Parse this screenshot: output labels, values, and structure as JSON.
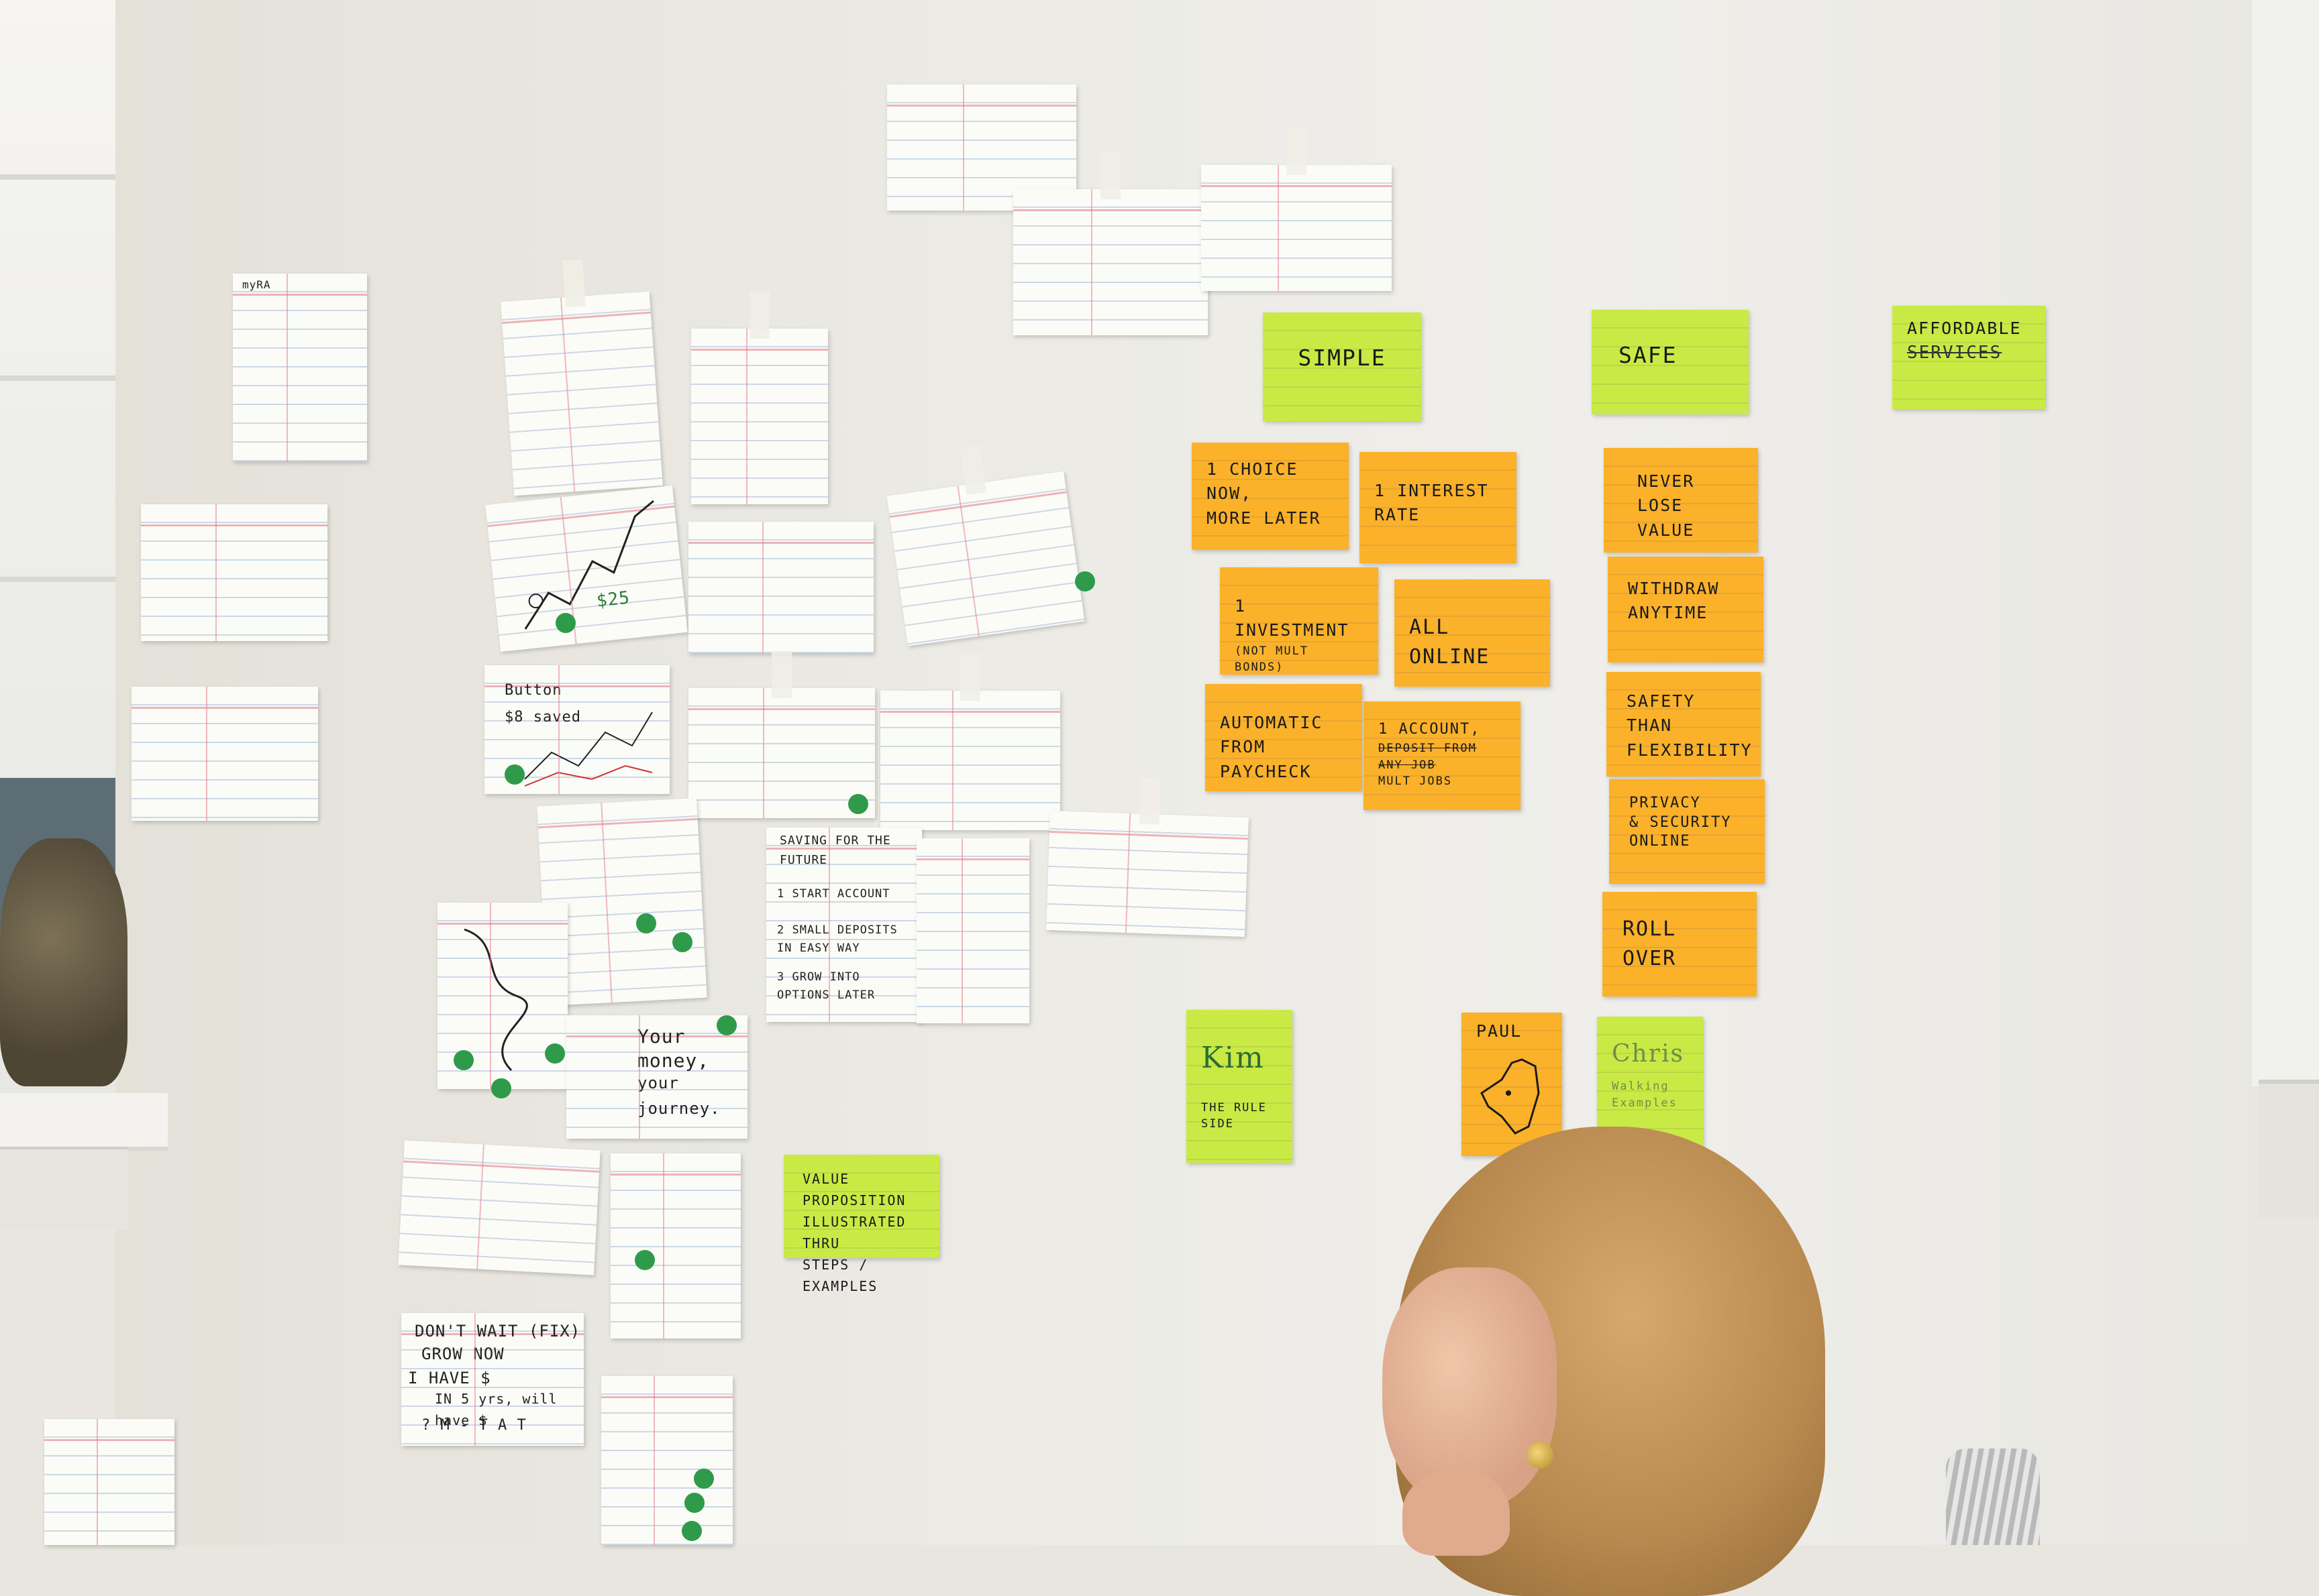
{
  "notes": {
    "simple": "SIMPLE",
    "safe": "SAFE",
    "affordable": "AFFORDABLE",
    "affordable_scribble": "SERVICES",
    "simple_items": [
      {
        "line1": "1 CHOICE NOW,",
        "line2": "MORE LATER"
      },
      {
        "line1": "1 INTEREST",
        "line2": "RATE"
      },
      {
        "line1": "1 INVESTMENT",
        "line2": "(NOT MULT BONDS)"
      },
      {
        "line1": "ALL ONLINE",
        "line2": ""
      },
      {
        "line1": "AUTOMATIC",
        "line2": "FROM PAYCHECK"
      },
      {
        "line1": "1 ACCOUNT,",
        "line2": "DEPOSIT FROM ANY JOB",
        "line3": "MULT JOBS"
      }
    ],
    "safe_items": [
      {
        "line1": "NEVER",
        "line2": "LOSE VALUE"
      },
      {
        "line1": "WITHDRAW",
        "line2": "ANYTIME"
      },
      {
        "line1": "SAFETY THAN",
        "line2": "FLEXIBILITY"
      },
      {
        "line1": "PRIVACY",
        "line2": "& SECURITY",
        "line3": "ONLINE"
      },
      {
        "line1": "ROLL OVER",
        "line2": ""
      }
    ],
    "value_prop": {
      "line1": "VALUE PROPOSITION",
      "line2": "ILLUSTRATED THRU",
      "line3": "STEPS / EXAMPLES"
    },
    "kim": {
      "name": "Kim",
      "sub": "THE RULE SIDE"
    },
    "paul": {
      "name": "PAUL"
    },
    "chris": {
      "name": "Chris",
      "sub": "Walking Examples"
    }
  },
  "cards": {
    "saving": {
      "title": "SAVING FOR THE FUTURE",
      "step1": "1 START ACCOUNT",
      "step2": "2 SMALL DEPOSITS IN EASY WAY",
      "step3": "3 GROW INTO OPTIONS LATER"
    },
    "dont_wait": {
      "line1": "DON'T WAIT (FIX)",
      "line2": "GROW NOW",
      "line3": "I HAVE $",
      "line4": "IN 5 yrs, will have $",
      "line5": "? M - T A T"
    },
    "journey": {
      "line1": "Your",
      "line2": "money,",
      "line3": "your journey."
    },
    "button": {
      "line1": "Button",
      "line2": "$8 saved"
    },
    "myra": {
      "title": "myRA"
    },
    "chart_value": "$25"
  }
}
